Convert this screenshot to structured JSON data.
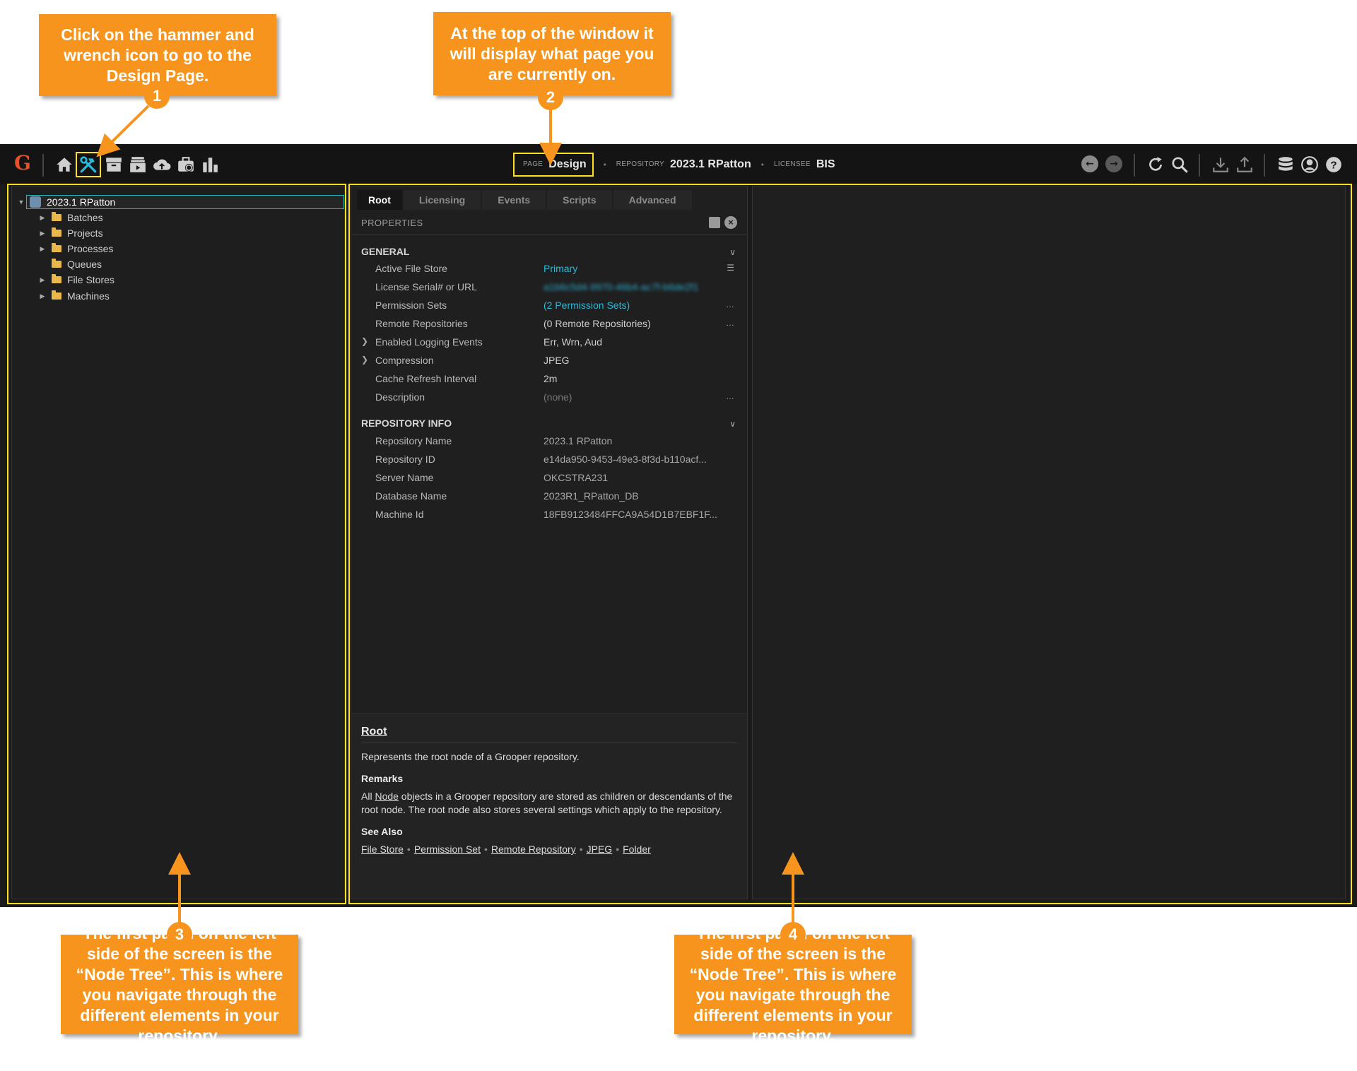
{
  "callouts": [
    {
      "number": "1",
      "text": "Click on the hammer and wrench icon to go to the Design Page."
    },
    {
      "number": "2",
      "text": "At the top of the window it will display what page you are currently on."
    },
    {
      "number": "3",
      "text": "The first panel on the left side of the screen is the “Node Tree”. This is where you navigate through the different elements in your repository."
    },
    {
      "number": "4",
      "text": "The first panel on the left side of the screen is the “Node Tree”. This is where you navigate through the different elements in your repository."
    }
  ],
  "app": {
    "logo": "G",
    "toolbar_icons": [
      "home-icon",
      "design-hammer-wrench-icon",
      "batches-archive-icon",
      "tasks-icon",
      "upload-cloud-icon",
      "jobs-briefcase-icon",
      "stats-bar-chart-icon"
    ],
    "page_label": "PAGE",
    "page_value": "Design",
    "repository_label": "REPOSITORY",
    "repository_value": "2023.1 RPatton",
    "licensee_label": "LICENSEE",
    "licensee_value": "BIS",
    "separator": "•"
  },
  "tree": {
    "root": "2023.1 RPatton",
    "items": [
      "Batches",
      "Projects",
      "Processes",
      "Queues",
      "File Stores",
      "Machines"
    ]
  },
  "tabs": [
    "Root",
    "Licensing",
    "Events",
    "Scripts",
    "Advanced"
  ],
  "properties": {
    "title": "PROPERTIES",
    "general": {
      "heading": "GENERAL",
      "rows": [
        {
          "name": "Active File Store",
          "value": "Primary"
        },
        {
          "name": "License Serial# or URL",
          "value": "a1b6c5d4-9970-46b4-ac7f-b6de2f1"
        },
        {
          "name": "Permission Sets",
          "value": "(2 Permission Sets)"
        },
        {
          "name": "Remote Repositories",
          "value": "(0 Remote Repositories)"
        },
        {
          "name": "Enabled Logging Events",
          "value": "Err, Wrn, Aud"
        },
        {
          "name": "Compression",
          "value": "JPEG"
        },
        {
          "name": "Cache Refresh Interval",
          "value": "2m"
        },
        {
          "name": "Description",
          "value": "(none)"
        }
      ]
    },
    "repo_info": {
      "heading": "REPOSITORY INFO",
      "rows": [
        {
          "name": "Repository Name",
          "value": "2023.1 RPatton"
        },
        {
          "name": "Repository ID",
          "value": "e14da950-9453-49e3-8f3d-b110acf..."
        },
        {
          "name": "Server Name",
          "value": "OKCSTRA231"
        },
        {
          "name": "Database Name",
          "value": "2023R1_RPatton_DB"
        },
        {
          "name": "Machine Id",
          "value": "18FB9123484FFCA9A54D1B7EBF1F..."
        }
      ]
    }
  },
  "help": {
    "title": "Root",
    "summary": "Represents the root node of a Grooper repository.",
    "remarks_heading": "Remarks",
    "remarks_pre": "All ",
    "remarks_link": "Node",
    "remarks_post": " objects in a Grooper repository are stored as children or descendants of the root node. The root node also stores several settings which apply to the repository.",
    "see_also_heading": "See Also",
    "see_also": [
      "File Store",
      "Permission Set",
      "Remote Repository",
      "JPEG",
      "Folder"
    ],
    "see_also_separator": "•"
  },
  "colors": {
    "callout": "#f7941d",
    "highlight": "#ffe01b",
    "link": "#2bb9d9",
    "background": "#1b1b1b"
  }
}
